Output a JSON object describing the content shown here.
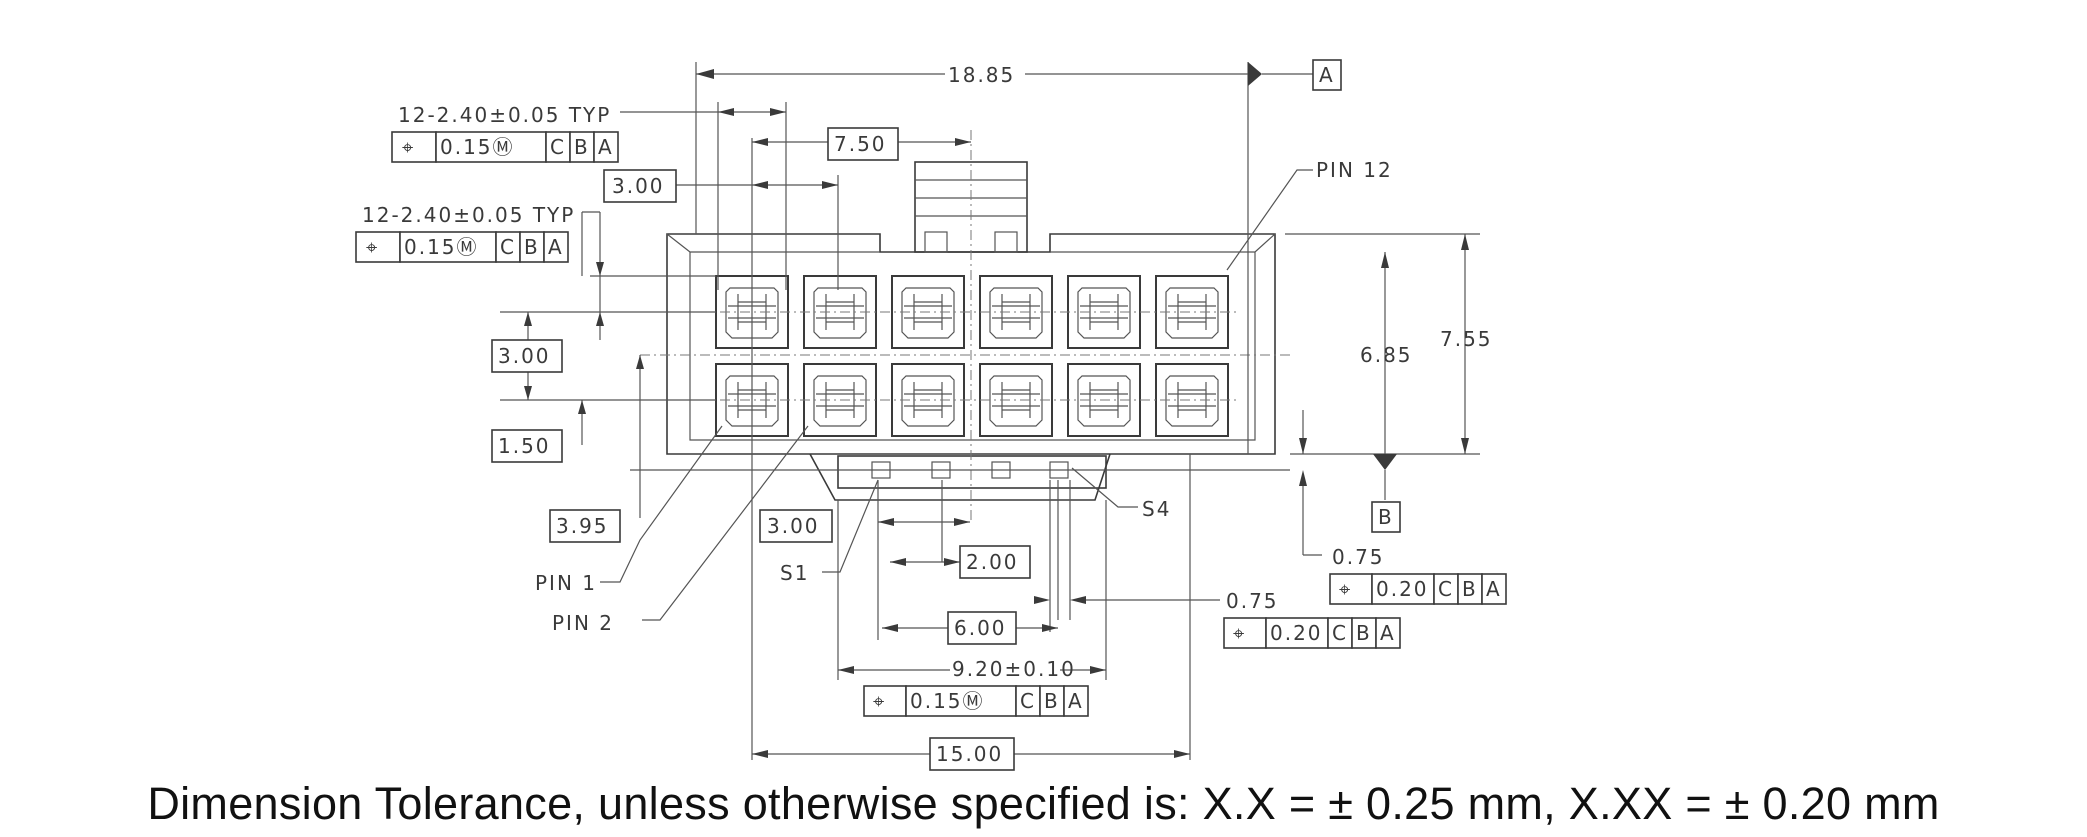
{
  "dimensions": {
    "overall_width": "18.85",
    "datum_a": "A",
    "datum_b": "B",
    "pitch_typ_upper": "12-2.40±0.05 TYP",
    "pitch_typ_left": "12-2.40±0.05 TYP",
    "fcf_015": [
      "0.15Ⓜ",
      "C",
      "B",
      "A"
    ],
    "fcf_020": [
      "0.20",
      "C",
      "B",
      "A"
    ],
    "box_750": "7.50",
    "box_300_top": "3.00",
    "pin12": "PIN 12",
    "box_300_left": "3.00",
    "box_150": "1.50",
    "box_395": "3.95",
    "pin1": "PIN 1",
    "pin2": "PIN 2",
    "box_300_bottom": "3.00",
    "s1": "S1",
    "s4": "S4",
    "box_200": "2.00",
    "box_600": "6.00",
    "dim_920": "9.20±0.10",
    "box_1500": "15.00",
    "dim_685": "6.85",
    "dim_755": "7.55",
    "dim_075_a": "0.75",
    "dim_075_b": "0.75"
  },
  "caption": "Dimension Tolerance, unless otherwise specified is:  X.X = ± 0.25 mm, X.XX = ± 0.20 mm"
}
